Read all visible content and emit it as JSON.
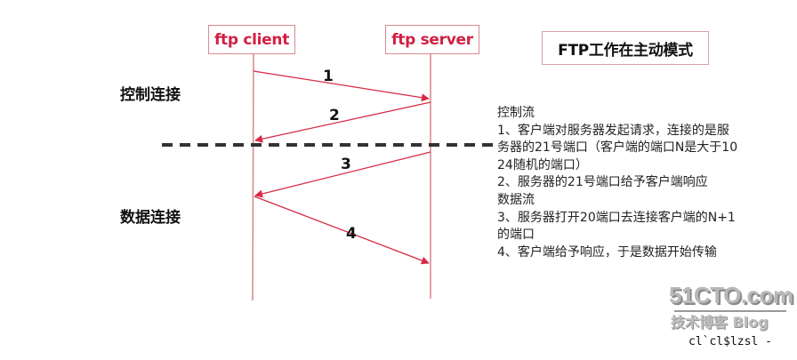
{
  "diagram": {
    "title": "FTP工作在主动模式",
    "actors": {
      "client": "ftp client",
      "server": "ftp server"
    },
    "phases": {
      "control": "控制连接",
      "data": "数据连接"
    },
    "steps": [
      {
        "label": "1",
        "from": "ftp client",
        "to": "ftp server"
      },
      {
        "label": "2",
        "from": "ftp server",
        "to": "ftp client"
      },
      {
        "label": "3",
        "from": "ftp server",
        "to": "ftp client"
      },
      {
        "label": "4",
        "from": "ftp client",
        "to": "ftp server"
      }
    ],
    "colors": {
      "actor_text": "#d21f43",
      "lifeline": "#d9848b",
      "arrow": "#d72a45",
      "separator": "#333333"
    }
  },
  "notes": {
    "lines": [
      "控制流",
      "1、客户端对服务器发起请求，连接的是服",
      "务器的21号端口（客户端的端口N是大于10",
      "24随机的端口）",
      "2、服务器的21号端口给予客户端响应",
      "数据流",
      "3、服务器打开20端口去连接客户端的N+1",
      "的端口",
      "4、客户端给予响应，于是数据开始传输"
    ]
  },
  "watermark": {
    "logo": "51CTO.com",
    "subtitle": "技术博客 Blog",
    "code": "cl`cl$lzsl -"
  }
}
